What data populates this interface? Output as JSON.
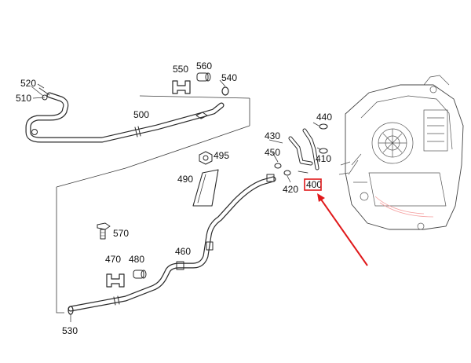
{
  "diagram": {
    "accent_color": "#e0191b",
    "highlighted_callout": "400",
    "callouts": [
      {
        "id": "p520",
        "label": "520"
      },
      {
        "id": "p510",
        "label": "510"
      },
      {
        "id": "p500",
        "label": "500"
      },
      {
        "id": "p550",
        "label": "550"
      },
      {
        "id": "p560",
        "label": "560"
      },
      {
        "id": "p540",
        "label": "540"
      },
      {
        "id": "p495",
        "label": "495"
      },
      {
        "id": "p490",
        "label": "490"
      },
      {
        "id": "p570",
        "label": "570"
      },
      {
        "id": "p470",
        "label": "470"
      },
      {
        "id": "p480",
        "label": "480"
      },
      {
        "id": "p460",
        "label": "460"
      },
      {
        "id": "p530",
        "label": "530"
      },
      {
        "id": "p430",
        "label": "430"
      },
      {
        "id": "p440",
        "label": "440"
      },
      {
        "id": "p450",
        "label": "450"
      },
      {
        "id": "p410",
        "label": "410"
      },
      {
        "id": "p420",
        "label": "420"
      },
      {
        "id": "p400",
        "label": "400"
      }
    ]
  }
}
